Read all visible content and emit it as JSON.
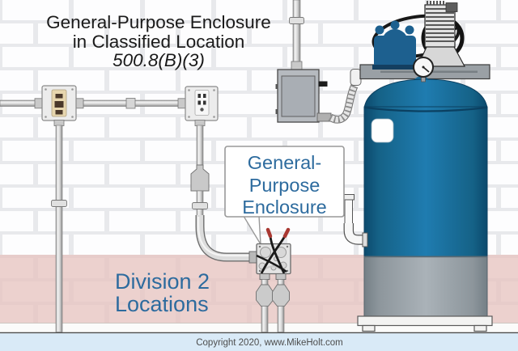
{
  "title": {
    "line1": "General-Purpose Enclosure",
    "line2": "in Classified Location",
    "line3": "500.8(B)(3)"
  },
  "callout": {
    "line1": "General-",
    "line2": "Purpose",
    "line3": "Enclosure"
  },
  "division_zone": {
    "line1": "Division 2",
    "line2": "Locations"
  },
  "footer": {
    "copyright": "Copyright 2020, www.MikeHolt.com"
  },
  "colors": {
    "title_text": "#1a1a1a",
    "accent_blue": "#2d6b9e",
    "tank_blue": "#1b6f9f",
    "zone_pink": "#e7c4c0",
    "footer_bg": "#d9eaf7",
    "footer_text": "#4d4d4d"
  }
}
